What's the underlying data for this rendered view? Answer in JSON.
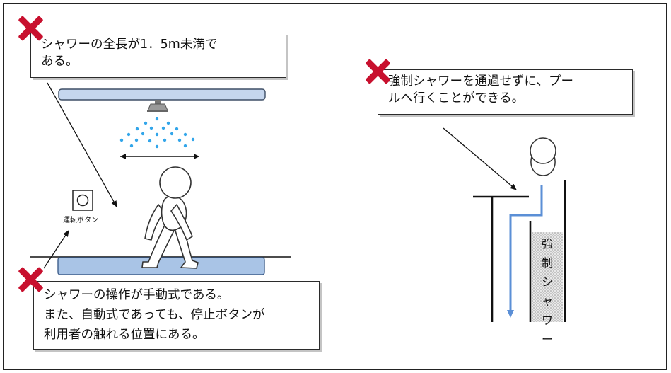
{
  "callouts": {
    "shower_length": {
      "lines": [
        "シャワーの全長が1．5m未満で",
        "ある。"
      ]
    },
    "manual_operation": {
      "lines": [
        "シャワーの操作が手動式である。",
        "また、自動式であっても、停止ボタンが",
        "利用者の触れる位置にある。"
      ]
    },
    "bypass_pool": {
      "lines": [
        "強制シャワーを通過せずに、プー",
        "ルへ行くことができる。"
      ]
    }
  },
  "labels": {
    "operation_button": "運転ボタン",
    "forced_shower_vertical": [
      "強",
      "制",
      "シ",
      "ャ",
      "ワ",
      "ー"
    ]
  },
  "icons": {
    "x_mark": "x-mark-icon",
    "button": "operation-button-icon",
    "shower_head": "shower-head-icon"
  },
  "colors": {
    "x_mark": "#c8102e",
    "pipe_fill": "#c5d6ee",
    "floor_fill": "#a9c4e6",
    "water_drops": "#33a6ea",
    "route_arrow": "#5b8fd6"
  }
}
